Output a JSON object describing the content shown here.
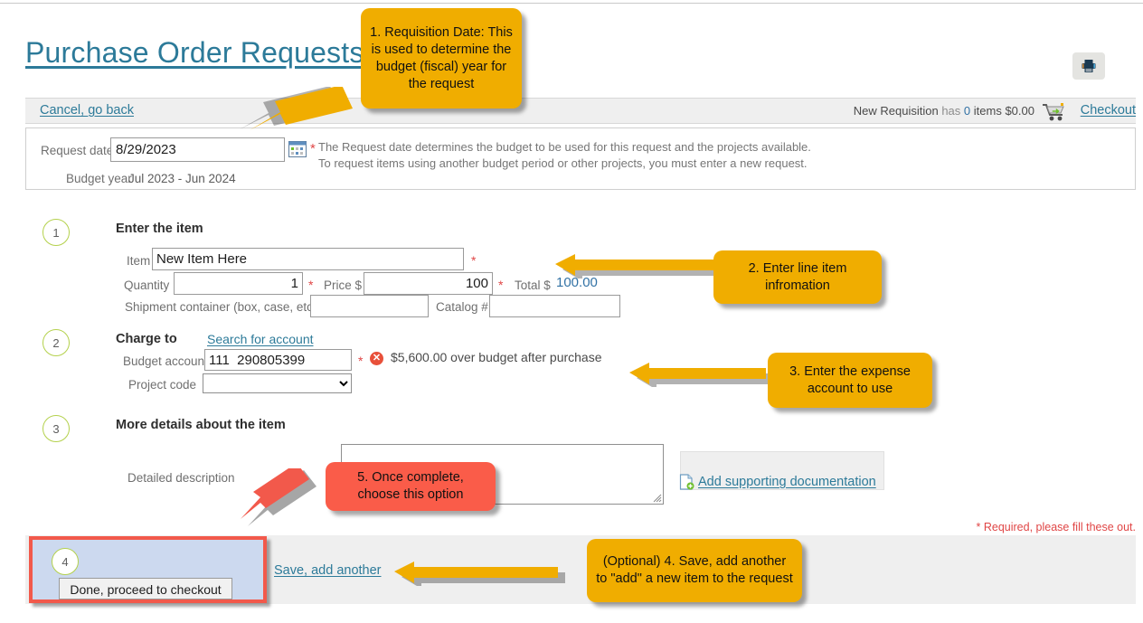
{
  "page": {
    "title": "Purchase Order Requests"
  },
  "toolbar": {
    "print_icon": "printer-icon"
  },
  "command_bar": {
    "cancel_label": "Cancel, go back",
    "requisition_name": "New Requisition",
    "has_label": "has",
    "item_count": "0",
    "items_label": "items",
    "amount": "$0.00",
    "cart_icon": "shopping-cart-icon",
    "checkout_label": "Checkout"
  },
  "date_panel": {
    "request_date_label": "Request date",
    "request_date_value": "8/29/2023",
    "calendar_icon": "calendar-icon",
    "required_mark": "*",
    "help_line1": "The Request date determines the budget to be used for this request and the projects available.",
    "help_line2": "To request items using another budget period or other projects, you must enter a new request.",
    "budget_year_label": "Budget year",
    "budget_year_value": "Jul 2023 - Jun 2024"
  },
  "step1": {
    "number": "1",
    "heading": "Enter the item",
    "item_label": "Item",
    "item_value": "New Item Here",
    "item_required": "*",
    "quantity_label": "Quantity",
    "quantity_value": "1",
    "quantity_required": "*",
    "price_label": "Price $",
    "price_value": "100",
    "price_required": "*",
    "total_label": "Total $",
    "total_value": "100.00",
    "shipment_label": "Shipment container (box, case, etc.)",
    "shipment_value": "",
    "catalog_label": "Catalog #",
    "catalog_value": ""
  },
  "step2": {
    "number": "2",
    "heading": "Charge to",
    "search_account_label": "Search for account",
    "budget_account_label": "Budget account",
    "budget_account_value": "111  290805399",
    "budget_required": "*",
    "error_icon": "error-circle-icon",
    "error_text": "$5,600.00 over budget after purchase",
    "project_code_label": "Project code",
    "project_code_value": "",
    "project_code_options": [
      ""
    ]
  },
  "step3": {
    "number": "3",
    "heading": "More details about the item",
    "description_label": "Detailed description",
    "description_value": "",
    "attach_icon": "attach-document-icon",
    "attach_label": "Add supporting documentation"
  },
  "footer": {
    "required_note": "* Required, please fill these out.",
    "step4_number": "4",
    "done_button_label": "Done, proceed to checkout",
    "save_add_another_label": "Save, add another"
  },
  "callouts": [
    {
      "id": "callout-1",
      "text": "1. Requisition Date: This is used to determine the budget (fiscal) year for the request",
      "color": "#f0ad00"
    },
    {
      "id": "callout-2",
      "text": "2. Enter line item infromation",
      "color": "#f0ad00"
    },
    {
      "id": "callout-3",
      "text": "3. Enter the expense account to use",
      "color": "#f0ad00"
    },
    {
      "id": "callout-4",
      "text": "(Optional) 4. Save, add another to \"add\" a new item to the request",
      "color": "#f0ad00"
    },
    {
      "id": "callout-5",
      "text": "5. Once complete, choose this option",
      "color": "#fa5c49"
    }
  ],
  "colors": {
    "accent_link": "#2c7a99",
    "callout_orange": "#f0ad00",
    "callout_red": "#fa5c49",
    "required_red": "#e04646",
    "step_circle_green": "#b4d14c",
    "highlight_blue": "#ccd9ef"
  }
}
